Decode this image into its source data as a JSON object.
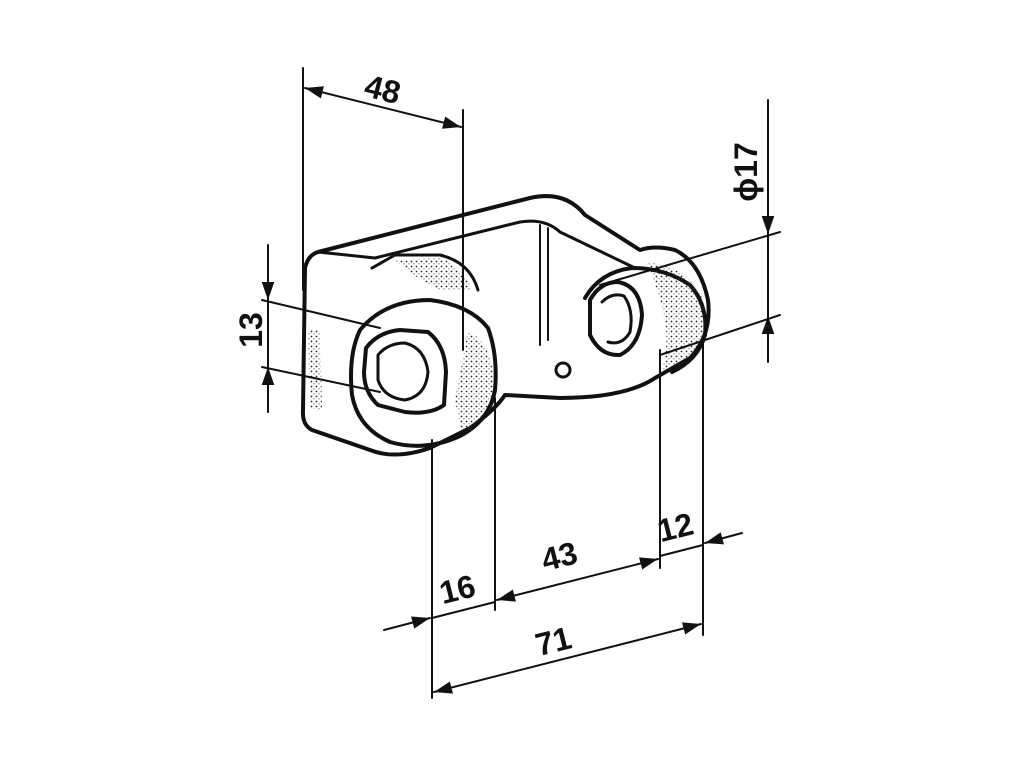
{
  "drawing": {
    "colors": {
      "ink": "#111111",
      "paper": "#ffffff"
    },
    "dimensions": {
      "d48": "48",
      "d13": "13",
      "d17": "ϕ17",
      "d16": "16",
      "d43": "43",
      "d12": "12",
      "d71": "71"
    }
  }
}
